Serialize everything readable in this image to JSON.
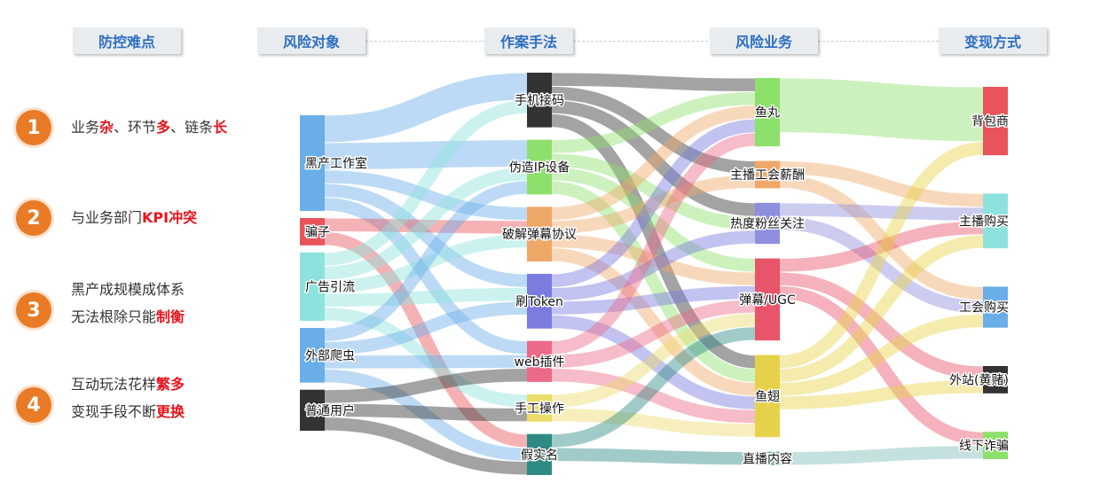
{
  "headers": [
    "防控难点",
    "风险对象",
    "作案手法",
    "风险业务",
    "变现方式"
  ],
  "difficulties": [
    {
      "num": "1",
      "lines": [
        [
          {
            "t": "业务"
          },
          {
            "t": "杂",
            "hl": true
          },
          {
            "t": "、环节"
          },
          {
            "t": "多",
            "hl": true
          },
          {
            "t": "、链条"
          },
          {
            "t": "长",
            "hl": true
          }
        ]
      ]
    },
    {
      "num": "2",
      "lines": [
        [
          {
            "t": "与业务部门"
          },
          {
            "t": "KPI冲突",
            "hl": true
          }
        ]
      ]
    },
    {
      "num": "3",
      "lines": [
        [
          {
            "t": "黑产成规模成体系"
          }
        ],
        [
          {
            "t": "无法根除只能"
          },
          {
            "t": "制衡",
            "hl": true
          }
        ]
      ]
    },
    {
      "num": "4",
      "lines": [
        [
          {
            "t": "互动玩法花样"
          },
          {
            "t": "繁多",
            "hl": true
          }
        ],
        [
          {
            "t": "变现手段不断"
          },
          {
            "t": "更换",
            "hl": true
          }
        ]
      ]
    }
  ],
  "nodes": [
    {
      "id": "heichan",
      "label": "黑产工作室",
      "col": 0,
      "color": "#6aaee8"
    },
    {
      "id": "pianzi",
      "label": "骗子",
      "col": 0,
      "color": "#e8545a"
    },
    {
      "id": "guanggao",
      "label": "广告引流",
      "col": 0,
      "color": "#8de2dd"
    },
    {
      "id": "paichong",
      "label": "外部爬虫",
      "col": 0,
      "color": "#6aaee8"
    },
    {
      "id": "putong",
      "label": "普通用户",
      "col": 0,
      "color": "#333333"
    },
    {
      "id": "shouji",
      "label": "手机接码",
      "col": 1,
      "color": "#333333"
    },
    {
      "id": "weizao",
      "label": "伪造IP设备",
      "col": 1,
      "color": "#8ee06d"
    },
    {
      "id": "pojie",
      "label": "破解弹幕协议",
      "col": 1,
      "color": "#f0a868"
    },
    {
      "id": "token",
      "label": "刷Token",
      "col": 1,
      "color": "#7b7be0"
    },
    {
      "id": "web",
      "label": "web插件",
      "col": 1,
      "color": "#ec6a87"
    },
    {
      "id": "shougong",
      "label": "手工操作",
      "col": 1,
      "color": "#ecdc6c"
    },
    {
      "id": "jiashi",
      "label": "假实名",
      "col": 1,
      "color": "#2e8b84"
    },
    {
      "id": "yuwan",
      "label": "鱼丸",
      "col": 2,
      "color": "#8ee06d"
    },
    {
      "id": "zhubo",
      "label": "主播工会薪酬",
      "col": 2,
      "color": "#f0a868"
    },
    {
      "id": "redu",
      "label": "热度粉丝关注",
      "col": 2,
      "color": "#8f8fe0"
    },
    {
      "id": "danmu",
      "label": "弹幕/UGC",
      "col": 2,
      "color": "#e8546a"
    },
    {
      "id": "yuchi",
      "label": "鱼翅",
      "col": 2,
      "color": "#e6d24a"
    },
    {
      "id": "zhibo",
      "label": "直播内容",
      "col": 2,
      "color": "#7fbcb8"
    },
    {
      "id": "beibao",
      "label": "背包商",
      "col": 3,
      "color": "#e8545a"
    },
    {
      "id": "zhubogoumai",
      "label": "主播购买",
      "col": 3,
      "color": "#8de2dd"
    },
    {
      "id": "gonghui",
      "label": "工会购买",
      "col": 3,
      "color": "#6aaee8"
    },
    {
      "id": "waizhan",
      "label": "外站(黄赌)",
      "col": 3,
      "color": "#333333"
    },
    {
      "id": "xianxia",
      "label": "线下诈骗",
      "col": 3,
      "color": "#8ee06d"
    }
  ],
  "links": [
    {
      "source": "heichan",
      "target": "shouji",
      "value": 2
    },
    {
      "source": "heichan",
      "target": "weizao",
      "value": 2
    },
    {
      "source": "heichan",
      "target": "pojie",
      "value": 1
    },
    {
      "source": "heichan",
      "target": "token",
      "value": 1
    },
    {
      "source": "heichan",
      "target": "web",
      "value": 1
    },
    {
      "source": "pianzi",
      "target": "pojie",
      "value": 1
    },
    {
      "source": "pianzi",
      "target": "jiashi",
      "value": 1
    },
    {
      "source": "guanggao",
      "target": "shouji",
      "value": 1
    },
    {
      "source": "guanggao",
      "target": "weizao",
      "value": 1
    },
    {
      "source": "guanggao",
      "target": "pojie",
      "value": 1
    },
    {
      "source": "guanggao",
      "target": "token",
      "value": 1
    },
    {
      "source": "guanggao",
      "target": "shougong",
      "value": 1
    },
    {
      "source": "paichong",
      "target": "weizao",
      "value": 1
    },
    {
      "source": "paichong",
      "target": "token",
      "value": 1
    },
    {
      "source": "paichong",
      "target": "web",
      "value": 1
    },
    {
      "source": "paichong",
      "target": "jiashi",
      "value": 1
    },
    {
      "source": "putong",
      "target": "web",
      "value": 1
    },
    {
      "source": "putong",
      "target": "shougong",
      "value": 1
    },
    {
      "source": "putong",
      "target": "jiashi",
      "value": 1
    },
    {
      "source": "shouji",
      "target": "yuwan",
      "value": 1
    },
    {
      "source": "shouji",
      "target": "zhubo",
      "value": 1
    },
    {
      "source": "shouji",
      "target": "redu",
      "value": 1
    },
    {
      "source": "shouji",
      "target": "yuchi",
      "value": 1
    },
    {
      "source": "weizao",
      "target": "yuwan",
      "value": 1
    },
    {
      "source": "weizao",
      "target": "redu",
      "value": 1
    },
    {
      "source": "weizao",
      "target": "danmu",
      "value": 1
    },
    {
      "source": "weizao",
      "target": "yuchi",
      "value": 1
    },
    {
      "source": "pojie",
      "target": "yuwan",
      "value": 1
    },
    {
      "source": "pojie",
      "target": "zhubo",
      "value": 1
    },
    {
      "source": "pojie",
      "target": "danmu",
      "value": 1
    },
    {
      "source": "pojie",
      "target": "yuchi",
      "value": 1
    },
    {
      "source": "token",
      "target": "yuwan",
      "value": 1
    },
    {
      "source": "token",
      "target": "redu",
      "value": 1
    },
    {
      "source": "token",
      "target": "danmu",
      "value": 1
    },
    {
      "source": "token",
      "target": "yuchi",
      "value": 1
    },
    {
      "source": "web",
      "target": "yuwan",
      "value": 1
    },
    {
      "source": "web",
      "target": "danmu",
      "value": 1
    },
    {
      "source": "web",
      "target": "yuchi",
      "value": 1
    },
    {
      "source": "shougong",
      "target": "danmu",
      "value": 1
    },
    {
      "source": "shougong",
      "target": "yuchi",
      "value": 1
    },
    {
      "source": "jiashi",
      "target": "zhibo",
      "value": 1
    },
    {
      "source": "jiashi",
      "target": "danmu",
      "value": 1
    },
    {
      "source": "yuwan",
      "target": "beibao",
      "value": 4
    },
    {
      "source": "zhubo",
      "target": "zhubogoumai",
      "value": 1
    },
    {
      "source": "zhubo",
      "target": "gonghui",
      "value": 1
    },
    {
      "source": "redu",
      "target": "zhubogoumai",
      "value": 1
    },
    {
      "source": "redu",
      "target": "gonghui",
      "value": 1
    },
    {
      "source": "danmu",
      "target": "zhubogoumai",
      "value": 1
    },
    {
      "source": "danmu",
      "target": "waizhan",
      "value": 1
    },
    {
      "source": "danmu",
      "target": "xianxia",
      "value": 1
    },
    {
      "source": "yuchi",
      "target": "beibao",
      "value": 1
    },
    {
      "source": "yuchi",
      "target": "zhubogoumai",
      "value": 1
    },
    {
      "source": "yuchi",
      "target": "gonghui",
      "value": 1
    },
    {
      "source": "yuchi",
      "target": "waizhan",
      "value": 1
    },
    {
      "source": "zhibo",
      "target": "xianxia",
      "value": 1
    }
  ]
}
